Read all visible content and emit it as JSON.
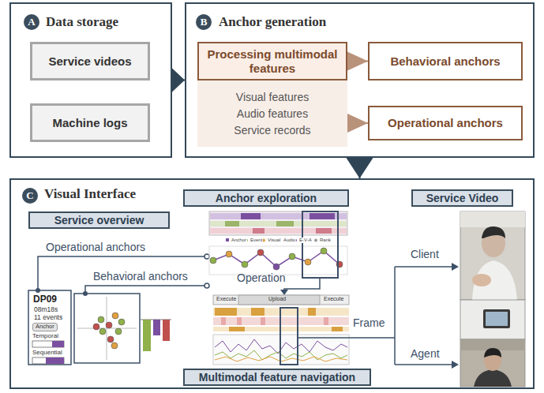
{
  "diagram": {
    "nodes": [
      {
        "text": [
          "Data storage"
        ]
      },
      {
        "text": [
          "A"
        ],
        "in": 0
      },
      {
        "text": [
          "Service videos"
        ],
        "in": 0
      },
      {
        "text": [
          "Machine logs"
        ],
        "in": 0
      },
      {
        "text": [
          "Anchor generation"
        ]
      },
      {
        "text": [
          "B"
        ],
        "in": 4
      },
      {
        "text": [
          "Processing multimodal features"
        ],
        "in": 4
      },
      {
        "text": [
          "Visual features",
          "Audio features",
          "Service records"
        ],
        "in": 4
      },
      {
        "text": [
          "Behavioral anchors"
        ],
        "in": 4
      },
      {
        "text": [
          "Operational anchors"
        ],
        "in": 4
      },
      {
        "text": [
          "Visual Interface"
        ]
      },
      {
        "text": [
          "C"
        ],
        "in": 10
      },
      {
        "text": [
          "Service overview"
        ],
        "in": 10
      },
      {
        "text": [
          "Anchor exploration"
        ],
        "in": 10
      },
      {
        "text": [
          "Service Video"
        ],
        "in": 10
      },
      {
        "text": [
          "Multimodal feature navigation"
        ],
        "in": 10
      }
    ],
    "edges": [
      {
        "from": 0,
        "to": 4,
        "arrow": "to"
      },
      {
        "from": 4,
        "to": 10,
        "arrow": "to"
      },
      {
        "from": 6,
        "to": 8,
        "arrow": "to"
      },
      {
        "from": 7,
        "to": 9,
        "arrow": "to"
      }
    ],
    "labels": [
      "Operational anchors",
      "Behavioral anchors",
      "Operation",
      "Frame",
      "Client",
      "Agent",
      "DP09",
      "08m18s",
      "11 events",
      "Anchor",
      "Temporal",
      "Sequential",
      "Anchor",
      "Event",
      "Visual",
      "Audio",
      "E-V-A",
      "Rank",
      "Execute",
      "Upload",
      "Execute"
    ]
  }
}
